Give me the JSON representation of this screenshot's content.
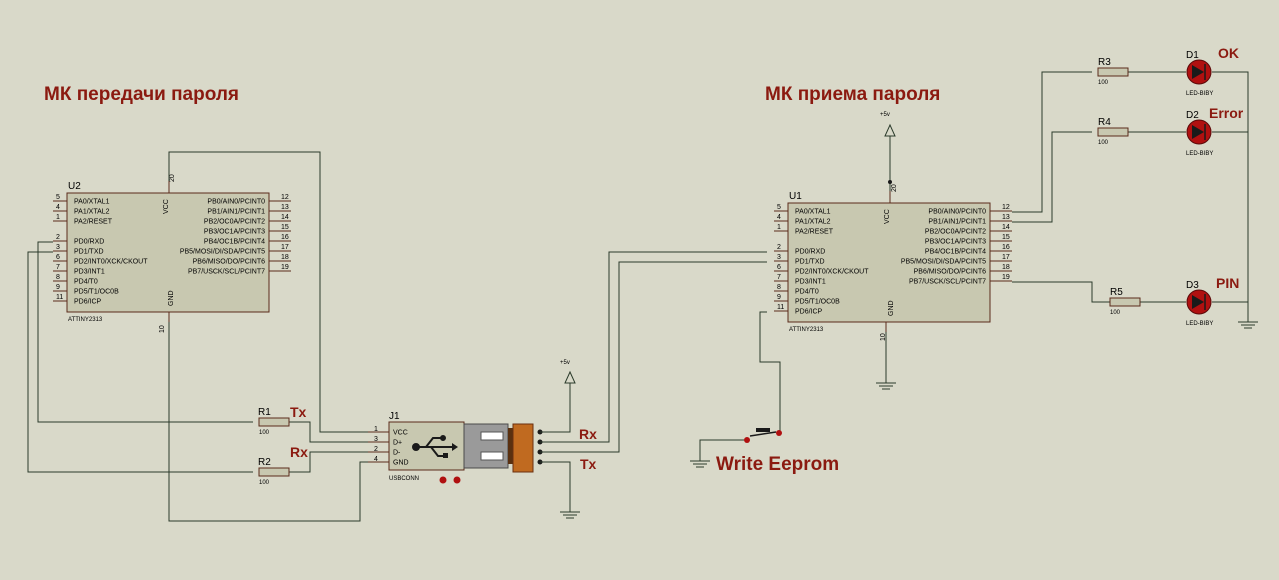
{
  "titles": {
    "left": "МК передачи пароля",
    "right": "МК приема пароля"
  },
  "u2": {
    "ref": "U2",
    "part": "ATTINY2313",
    "vcc_label": "VCC",
    "gnd_label": "GND",
    "vcc_pin": "20",
    "gnd_pin": "10",
    "left_pins": [
      {
        "num": "5",
        "name": "PA0/XTAL1"
      },
      {
        "num": "4",
        "name": "PA1/XTAL2"
      },
      {
        "num": "1",
        "name": "PA2/RESET"
      },
      {
        "num": "2",
        "name": "PD0/RXD"
      },
      {
        "num": "3",
        "name": "PD1/TXD"
      },
      {
        "num": "6",
        "name": "PD2/INT0/XCK/CKOUT"
      },
      {
        "num": "7",
        "name": "PD3/INT1"
      },
      {
        "num": "8",
        "name": "PD4/T0"
      },
      {
        "num": "9",
        "name": "PD5/T1/OC0B"
      },
      {
        "num": "11",
        "name": "PD6/ICP"
      }
    ],
    "right_pins": [
      {
        "num": "12",
        "name": "PB0/AIN0/PCINT0"
      },
      {
        "num": "13",
        "name": "PB1/AIN1/PCINT1"
      },
      {
        "num": "14",
        "name": "PB2/OC0A/PCINT2"
      },
      {
        "num": "15",
        "name": "PB3/OC1A/PCINT3"
      },
      {
        "num": "16",
        "name": "PB4/OC1B/PCINT4"
      },
      {
        "num": "17",
        "name": "PB5/MOSI/DI/SDA/PCINT5"
      },
      {
        "num": "18",
        "name": "PB6/MISO/DO/PCINT6"
      },
      {
        "num": "19",
        "name": "PB7/USCK/SCL/PCINT7"
      }
    ]
  },
  "u1": {
    "ref": "U1",
    "part": "ATTINY2313",
    "vcc_label": "VCC",
    "gnd_label": "GND",
    "vcc_pin": "20",
    "gnd_pin": "10",
    "left_pins": [
      {
        "num": "5",
        "name": "PA0/XTAL1"
      },
      {
        "num": "4",
        "name": "PA1/XTAL2"
      },
      {
        "num": "1",
        "name": "PA2/RESET"
      },
      {
        "num": "2",
        "name": "PD0/RXD"
      },
      {
        "num": "3",
        "name": "PD1/TXD"
      },
      {
        "num": "6",
        "name": "PD2/INT0/XCK/CKOUT"
      },
      {
        "num": "7",
        "name": "PD3/INT1"
      },
      {
        "num": "8",
        "name": "PD4/T0"
      },
      {
        "num": "9",
        "name": "PD5/T1/OC0B"
      },
      {
        "num": "11",
        "name": "PD6/ICP"
      }
    ],
    "right_pins": [
      {
        "num": "12",
        "name": "PB0/AIN0/PCINT0"
      },
      {
        "num": "13",
        "name": "PB1/AIN1/PCINT1"
      },
      {
        "num": "14",
        "name": "PB2/OC0A/PCINT2"
      },
      {
        "num": "15",
        "name": "PB3/OC1A/PCINT3"
      },
      {
        "num": "16",
        "name": "PB4/OC1B/PCINT4"
      },
      {
        "num": "17",
        "name": "PB5/MOSI/DI/SDA/PCINT5"
      },
      {
        "num": "18",
        "name": "PB6/MISO/DO/PCINT6"
      },
      {
        "num": "19",
        "name": "PB7/USCK/SCL/PCINT7"
      }
    ]
  },
  "j1": {
    "ref": "J1",
    "part": "USBCONN",
    "pins": [
      {
        "num": "1",
        "name": "VCC"
      },
      {
        "num": "3",
        "name": "D+"
      },
      {
        "num": "2",
        "name": "D-"
      },
      {
        "num": "4",
        "name": "GND"
      }
    ]
  },
  "resistors": [
    {
      "ref": "R1",
      "value": "100"
    },
    {
      "ref": "R2",
      "value": "100"
    },
    {
      "ref": "R3",
      "value": "100"
    },
    {
      "ref": "R4",
      "value": "100"
    },
    {
      "ref": "R5",
      "value": "100"
    }
  ],
  "leds": [
    {
      "ref": "D1",
      "part": "LED-BIBY",
      "label": "OK"
    },
    {
      "ref": "D2",
      "part": "LED-BIBY",
      "label": "Error"
    },
    {
      "ref": "D3",
      "part": "LED-BIBY",
      "label": "PIN"
    }
  ],
  "signals": {
    "tx_left": "Tx",
    "rx_left": "Rx",
    "rx_right": "Rx",
    "tx_right": "Tx",
    "write_eeprom": "Write Eeprom"
  },
  "power": {
    "plus5_a": "+5v",
    "plus5_b": "+5v"
  },
  "colors": {
    "background": "#d9d9c9",
    "component_fill": "#c8c8b0",
    "label_red": "#8b1a10",
    "led_red": "#b01010"
  }
}
